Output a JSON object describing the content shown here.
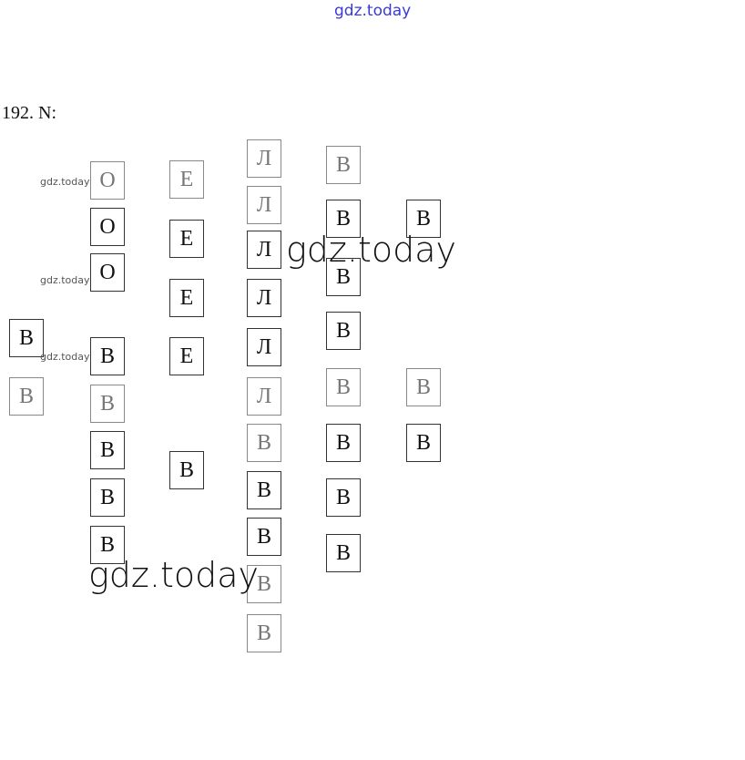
{
  "watermarks": {
    "top": "gdz.today",
    "small": "gdz.today",
    "big": "gdz.today"
  },
  "title": "192. N:",
  "columns": [
    {
      "letters": [
        "В",
        "В"
      ]
    },
    {
      "letters": [
        "О",
        "О",
        "О",
        "В",
        "В",
        "В",
        "В",
        "В"
      ]
    },
    {
      "letters": [
        "Е",
        "Е",
        "Е",
        "Е",
        "В"
      ]
    },
    {
      "letters": [
        "Л",
        "Л",
        "Л",
        "Л",
        "Л",
        "Л",
        "В",
        "В",
        "В",
        "В",
        "В"
      ]
    },
    {
      "letters": [
        "В",
        "В",
        "В",
        "В",
        "В",
        "В",
        "В",
        "В"
      ]
    },
    {
      "letters": [
        "В",
        "В",
        "В"
      ]
    }
  ]
}
